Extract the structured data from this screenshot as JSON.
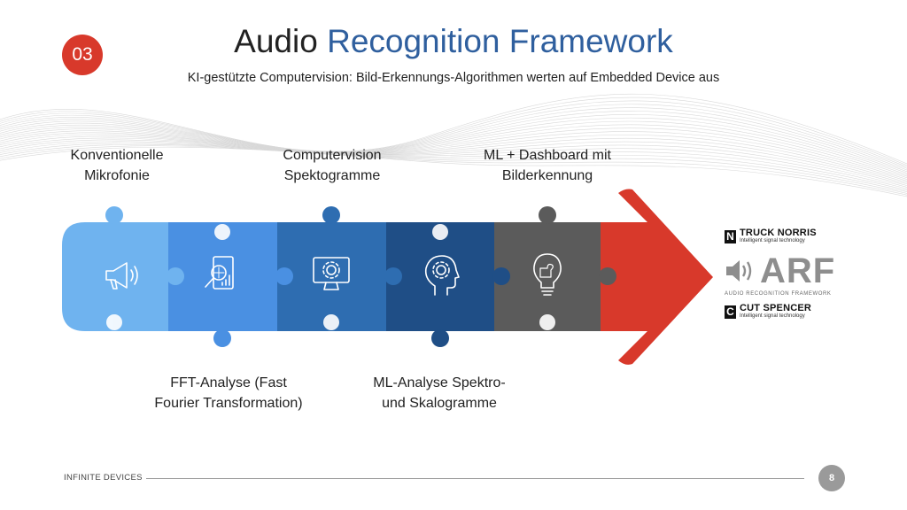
{
  "badge": "03",
  "title": {
    "part1": "Audio",
    "part2": "Recognition Framework"
  },
  "subtitle": "KI-gestützte Computervision: Bild-Erkennungs-Algorithmen werten auf Embedded Device aus",
  "labels_top": [
    "Konventionelle\nMikrofonie",
    "Computervision\nSpektogramme",
    "ML + Dashboard mit\nBilderkennung"
  ],
  "labels_bottom": [
    "FFT-Analyse (Fast\nFourier Transformation)",
    "ML-Analyse Spektro-\nund Skalogramme"
  ],
  "steps": [
    {
      "icon": "megaphone-icon",
      "color": "#6fb3ef"
    },
    {
      "icon": "report-analysis-icon",
      "color": "#4a90e2"
    },
    {
      "icon": "monitor-gear-icon",
      "color": "#2e6db1"
    },
    {
      "icon": "head-gear-icon",
      "color": "#1f4e86"
    },
    {
      "icon": "lightbulb-puzzle-icon",
      "color": "#5b5b5b"
    }
  ],
  "arrow_color": "#d8392b",
  "brands": {
    "truck_norris": {
      "mark": "N",
      "name": "TRUCK NORRIS",
      "tag": "Intelligent signal technology"
    },
    "arf": {
      "name": "ARF",
      "sub": "AUDIO RECOGNITION FRAMEWORK"
    },
    "cut_spencer": {
      "mark": "C",
      "name": "CUT SPENCER",
      "tag": "Intelligent signal technology"
    }
  },
  "footer": {
    "text": "INFINITE DEVICES",
    "page": "8"
  }
}
